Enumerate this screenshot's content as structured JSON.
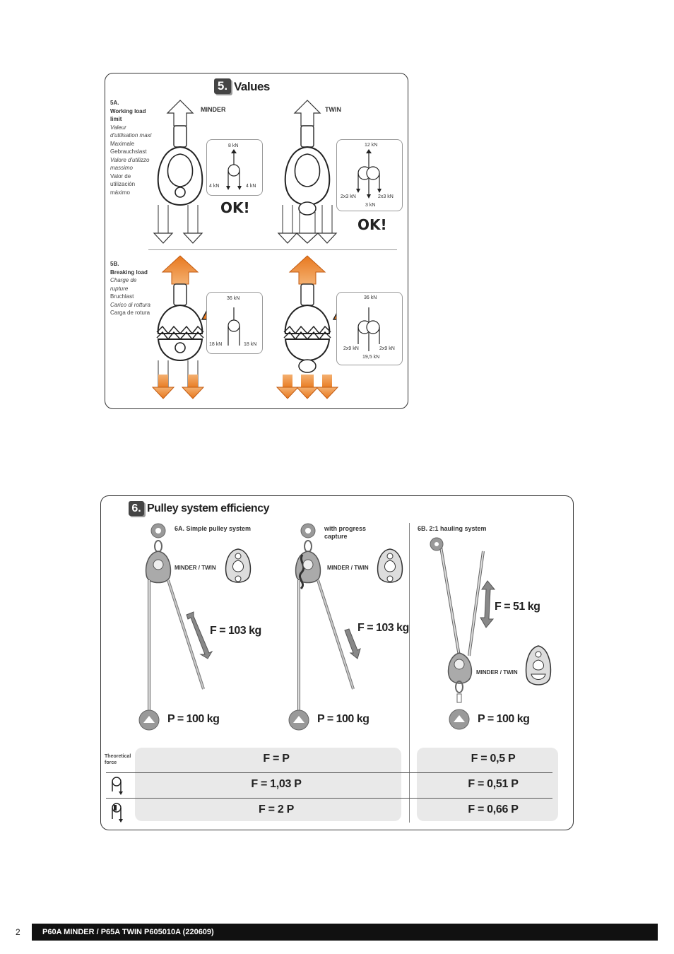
{
  "section5": {
    "number": "5.",
    "title": "Values",
    "a_code": "5A.",
    "a_title": "Working load limit",
    "a_translations": [
      "Valeur d'utilisation maxi",
      "Maximale Gebrauchslast",
      "Valore d'utilizzo massimo",
      "Valor de utilización máximo"
    ],
    "b_code": "5B.",
    "b_title": "Breaking load",
    "b_translations": [
      "Charge de rupture",
      "Bruchlast",
      "Carico di rottura",
      "Carga de rotura"
    ],
    "minder_label": "MINDER",
    "twin_label": "TWIN",
    "minder_wll": {
      "top": "8 kN",
      "left": "4 kN",
      "right": "4 kN"
    },
    "twin_wll": {
      "top": "12 kN",
      "left": "2x3 kN",
      "right": "2x3 kN",
      "bottom": "3 kN"
    },
    "minder_break": {
      "top": "36 kN",
      "left": "18 kN",
      "right": "18 kN"
    },
    "twin_break": {
      "top": "36 kN",
      "left": "2x9 kN",
      "right": "2x9 kN",
      "bottom": "19,5 kN"
    },
    "ok_label": "OK!"
  },
  "section6": {
    "number": "6.",
    "title": "Pulley system efficiency",
    "col1_label": "6A. Simple pulley system",
    "col2_label": "with progress capture",
    "col3_label": "6B. 2:1 hauling system",
    "device_label": "MINDER / TWIN",
    "col1_force": "F = 103 kg",
    "col2_force": "F = 103 kg",
    "col3_force": "F = 51 kg",
    "load": "P = 100 kg",
    "theoretical_label": "Theoretical force",
    "rows_left": [
      "F = P",
      "F = 1,03 P",
      "F = 2 P"
    ],
    "rows_right": [
      "F = 0,5 P",
      "F = 0,51 P",
      "F = 0,66 P"
    ]
  },
  "footer": {
    "page": "2",
    "text": "P60A MINDER  / P65A TWIN P605010A (220609)"
  },
  "colors": {
    "orange": "#e8781e",
    "dark": "#444444",
    "table": "#e9e9e9"
  }
}
